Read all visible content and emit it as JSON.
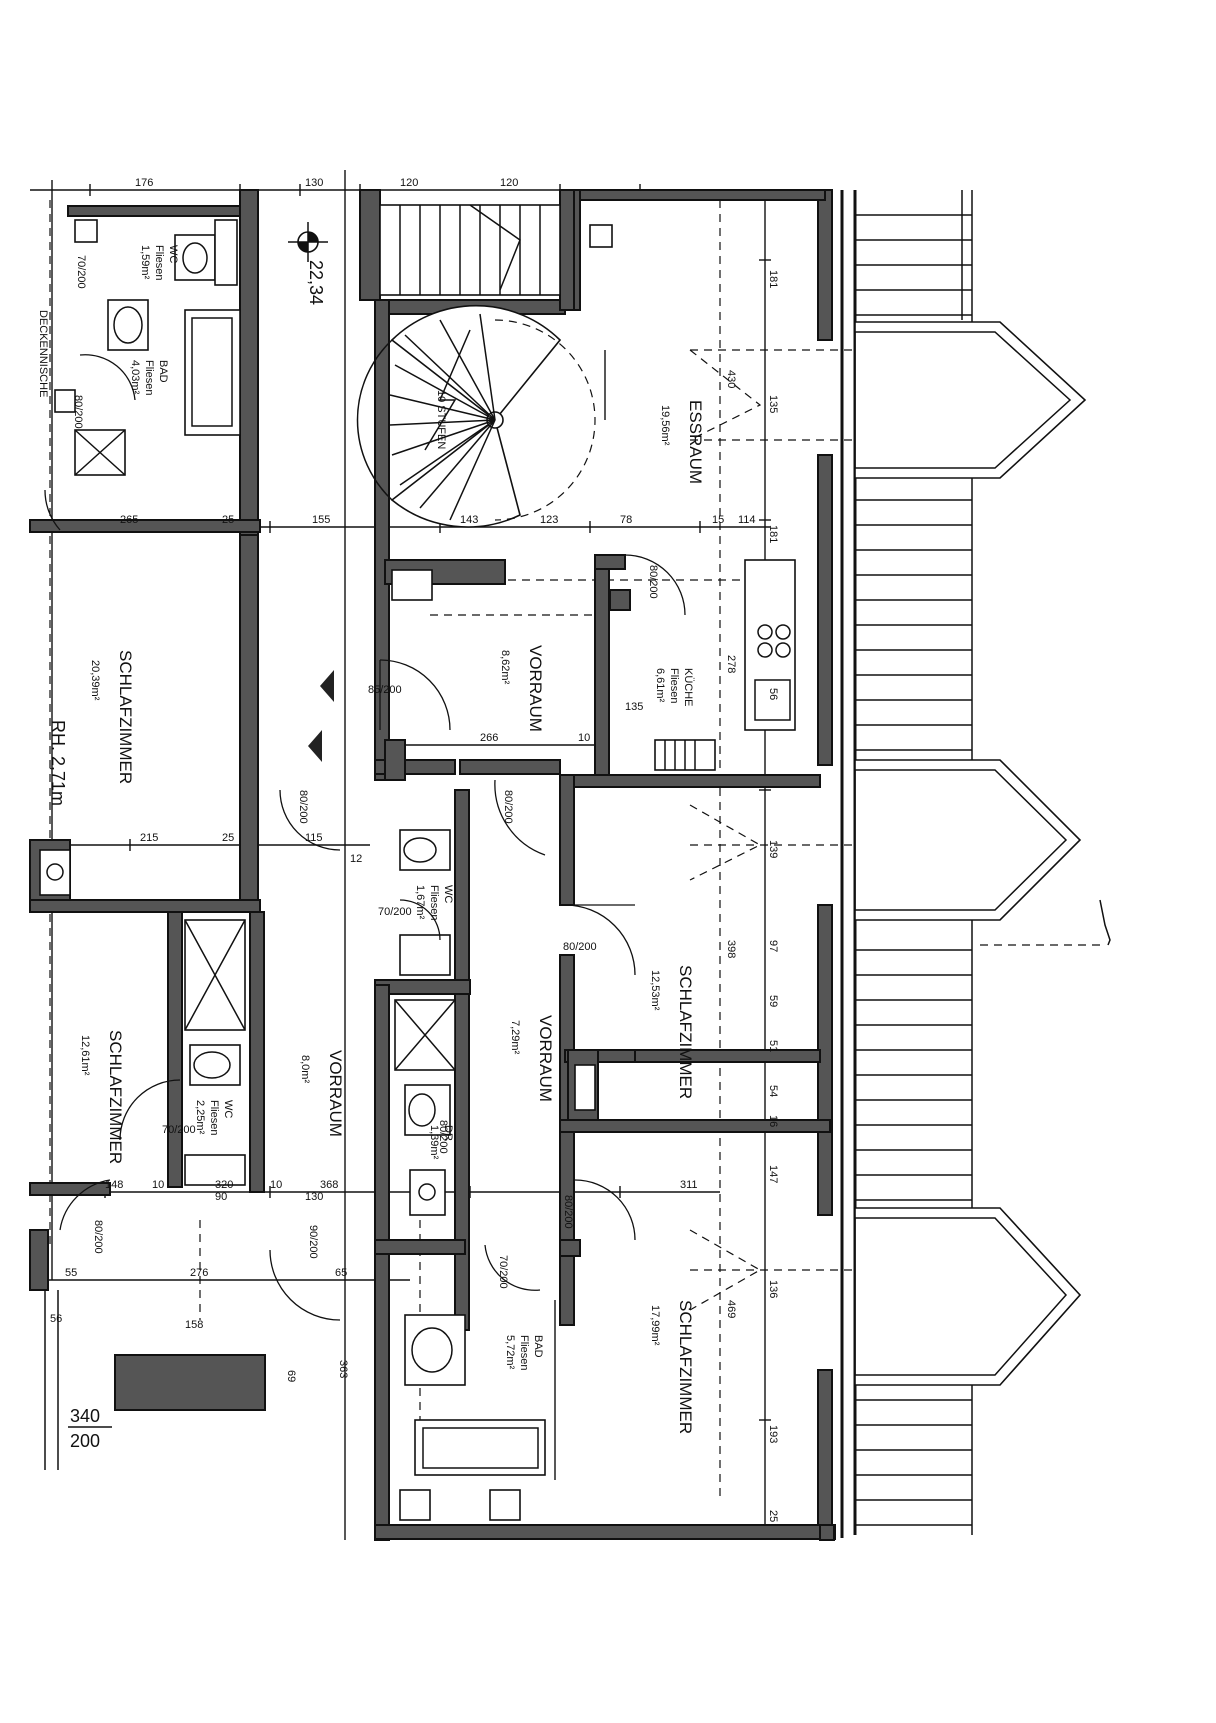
{
  "rooms": [
    {
      "id": "schlafzimmer-1",
      "name": "SCHLAFZIMMER",
      "area": "20,39m²"
    },
    {
      "id": "schlafzimmer-2",
      "name": "SCHLAFZIMMER",
      "area": "12,61m²"
    },
    {
      "id": "schlafzimmer-3",
      "name": "SCHLAFZIMMER",
      "area": "12,53m²"
    },
    {
      "id": "schlafzimmer-4",
      "name": "SCHLAFZIMMER",
      "area": "17,99m²"
    },
    {
      "id": "essraum",
      "name": "ESSRAUM",
      "area": "19,56m²"
    },
    {
      "id": "vorraum-1",
      "name": "VORRAUM",
      "area": "8,62m²"
    },
    {
      "id": "vorraum-2",
      "name": "VORRAUM",
      "area": "7,29m²"
    },
    {
      "id": "vorraum-3",
      "name": "VORRAUM",
      "area": "8,0m²"
    },
    {
      "id": "kueche",
      "name": "KÜCHE",
      "floor": "Fliesen",
      "area": "6,61m²"
    },
    {
      "id": "bad-1",
      "name": "BAD",
      "floor": "Fliesen",
      "area": "4,03m²"
    },
    {
      "id": "bad-2",
      "name": "BAD",
      "floor": "Fliesen",
      "area": "5,72m²"
    },
    {
      "id": "wc-1",
      "name": "WC",
      "floor": "Fliesen",
      "area": "1,59m²"
    },
    {
      "id": "wc-2",
      "name": "WC",
      "floor": "Fliesen",
      "area": "1,67m²"
    },
    {
      "id": "wc-3",
      "name": "WC",
      "floor": "Fliesen",
      "area": "2,25m²"
    },
    {
      "id": "dr",
      "name": "DR",
      "area": "1,39m²"
    }
  ],
  "labels": {
    "level": "22,34",
    "room_height": "RH. 2,71m",
    "deckennische": "DECKENNISCHE",
    "steps": "10 STUFEN",
    "corner_a": "340",
    "corner_b": "200"
  },
  "dims_top": [
    "176",
    "130",
    "120",
    "120"
  ],
  "dims_outer": [
    "265",
    "25",
    "155",
    "143",
    "123",
    "78",
    "15",
    "114"
  ],
  "dims_mid": [
    "266",
    "10",
    "135",
    "215",
    "25",
    "115",
    "12",
    "320",
    "368",
    "311",
    "276",
    "55",
    "65",
    "148",
    "90",
    "10",
    "130",
    "10",
    "56",
    "158",
    "69",
    "363"
  ],
  "dims_right": [
    "181",
    "430",
    "135",
    "181",
    "278",
    "56",
    "139",
    "398",
    "97",
    "59",
    "51",
    "54",
    "16",
    "147",
    "136",
    "469",
    "193",
    "25"
  ],
  "doors": [
    "70/200",
    "85/200",
    "80/200",
    "80/200",
    "70/200",
    "80/200",
    "80/200",
    "70/200",
    "80/200",
    "70/200",
    "80/200",
    "90/200",
    "80/200",
    "80/200"
  ]
}
